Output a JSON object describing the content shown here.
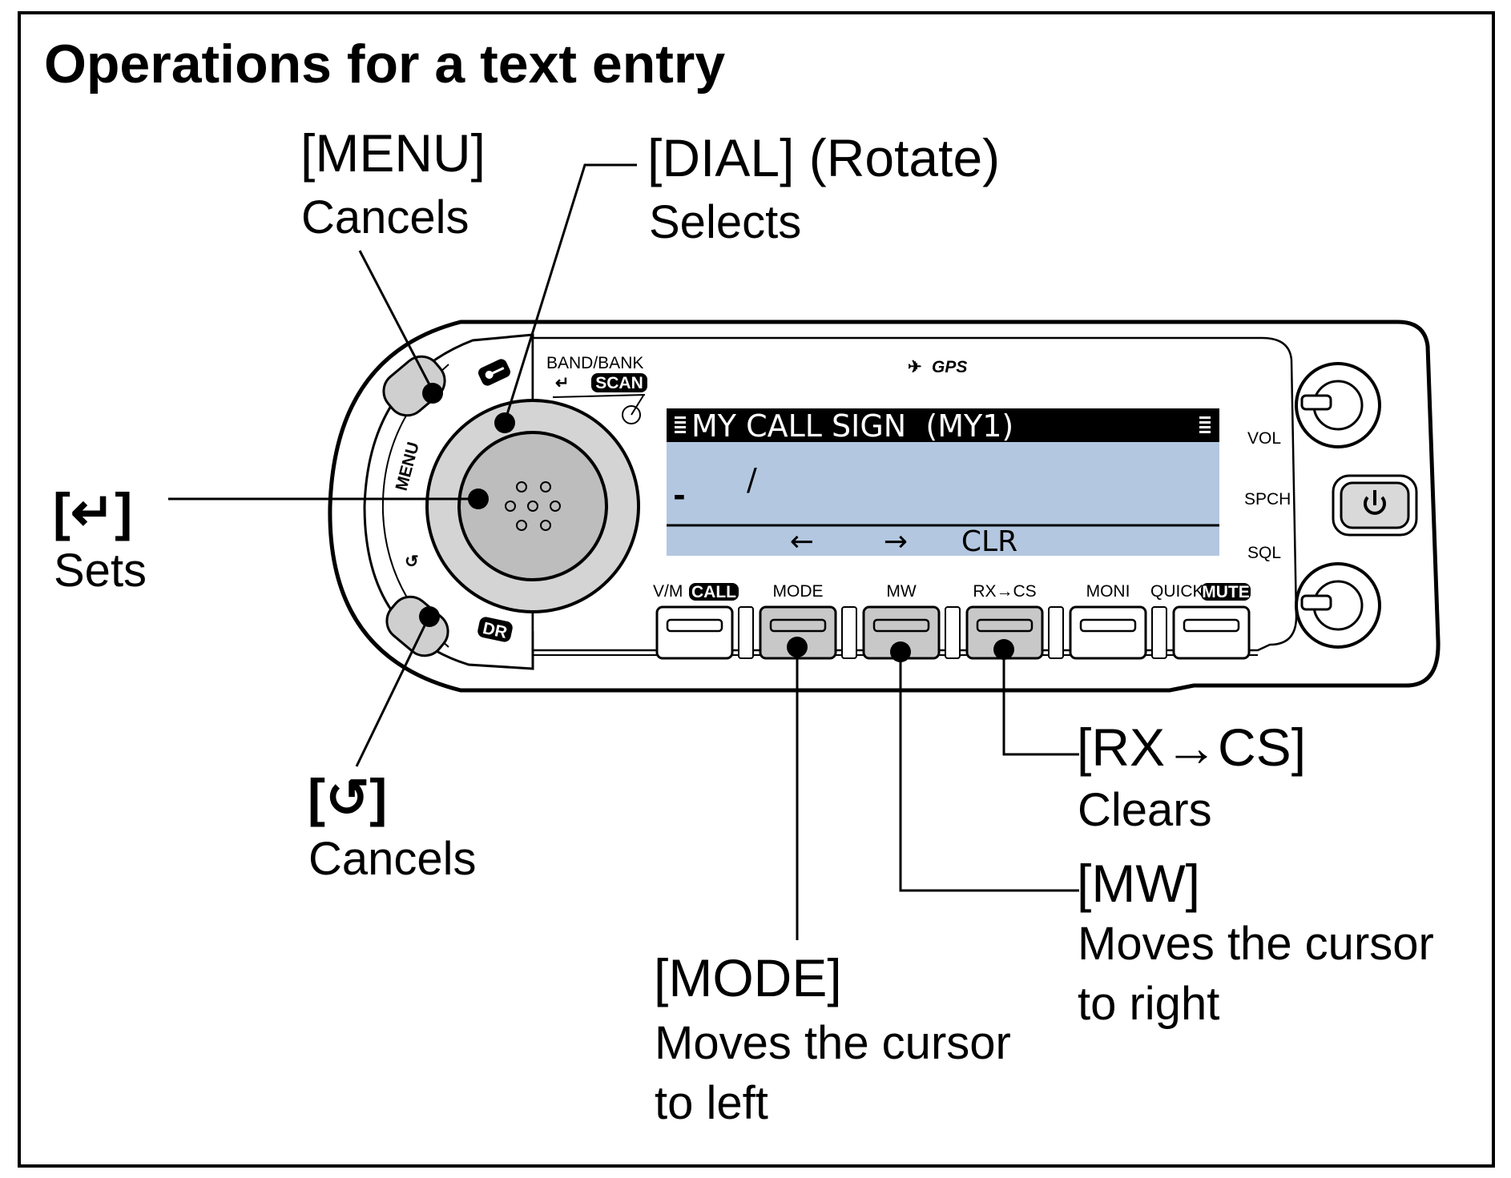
{
  "title": "Operations for a text entry",
  "callouts": {
    "menu": {
      "key": "[MENU]",
      "action": "Cancels"
    },
    "dial": {
      "key": "[DIAL] (Rotate)",
      "action": "Selects"
    },
    "enter": {
      "key": "[↵]",
      "action": "Sets"
    },
    "back": {
      "key": "[↺]",
      "action": "Cancels"
    },
    "rxcs": {
      "key": "[RX→CS]",
      "action": "Clears"
    },
    "mw": {
      "key": "[MW]",
      "action_line1": "Moves the cursor",
      "action_line2": "to right"
    },
    "mode": {
      "key": "[MODE]",
      "action_line1": "Moves the cursor",
      "action_line2": "to left"
    }
  },
  "radio": {
    "band_bank_label": "BAND/BANK",
    "scan_label": "SCAN",
    "gps_label": "GPS",
    "menu_label": "MENU",
    "dr_label": "DR",
    "vol_label": "VOL",
    "spch_label": "SPCH",
    "sql_label": "SQL",
    "display": {
      "header": "MY CALL SIGN  (MY1)",
      "entry_cursor": "-",
      "entry_slash": "/",
      "soft_left": "←",
      "soft_right": "→",
      "soft_clr": "CLR"
    },
    "buttons": [
      {
        "label": "V/M",
        "tag": "CALL"
      },
      {
        "label": "MODE",
        "tag": ""
      },
      {
        "label": "MW",
        "tag": ""
      },
      {
        "label": "RX→CS",
        "tag": ""
      },
      {
        "label": "MONI",
        "tag": ""
      },
      {
        "label": "QUICK",
        "tag": "MUTE"
      }
    ]
  },
  "colors": {
    "lcd_background": "#b3c7e0",
    "highlighted_button": "#c8c8c8",
    "dial_ring": "#d4d4d4",
    "dial_center": "#bdbdbd"
  }
}
